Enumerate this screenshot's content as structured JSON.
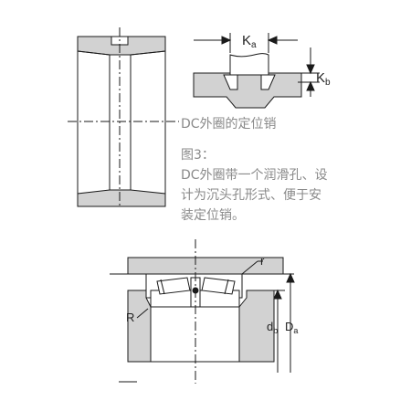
{
  "top_detail": {
    "label_ka": "K",
    "label_ka_sub": "a",
    "label_kb": "K",
    "label_kb_sub": "b"
  },
  "caption": {
    "title": "DC外圈的定位销",
    "figure_no": "图3：",
    "lines": [
      "DC外圈带一个润滑孔、设",
      "计为沉头孔形式、便于安",
      "装定位销。"
    ]
  },
  "bottom_detail": {
    "label_r_small": "r",
    "label_r_big": "R",
    "label_db": "d",
    "label_db_sub": "b",
    "label_da": "D",
    "label_da_sub": "a"
  },
  "colors": {
    "fill": "#d2d2d2",
    "line": "#1a1a1a"
  }
}
